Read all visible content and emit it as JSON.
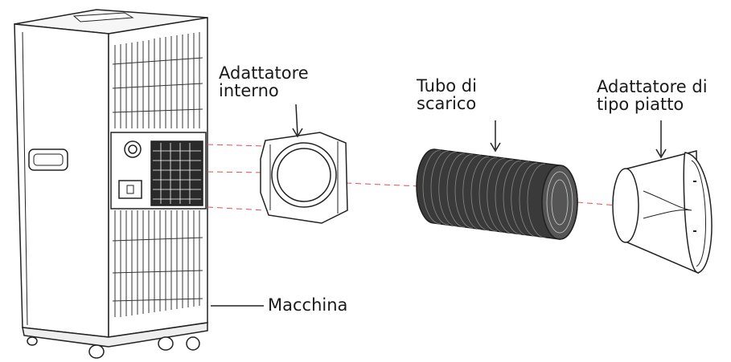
{
  "labels": {
    "internal_adapter": [
      "Adattatore",
      "interno"
    ],
    "exhaust_hose": [
      "Tubo di",
      "scarico"
    ],
    "flat_adapter": [
      "Adattatore di",
      "tipo piatto"
    ],
    "machine": "Macchina"
  },
  "colors": {
    "line": "#222222",
    "dashed_guide": "#d9534f",
    "text": "#1a1a1a"
  }
}
